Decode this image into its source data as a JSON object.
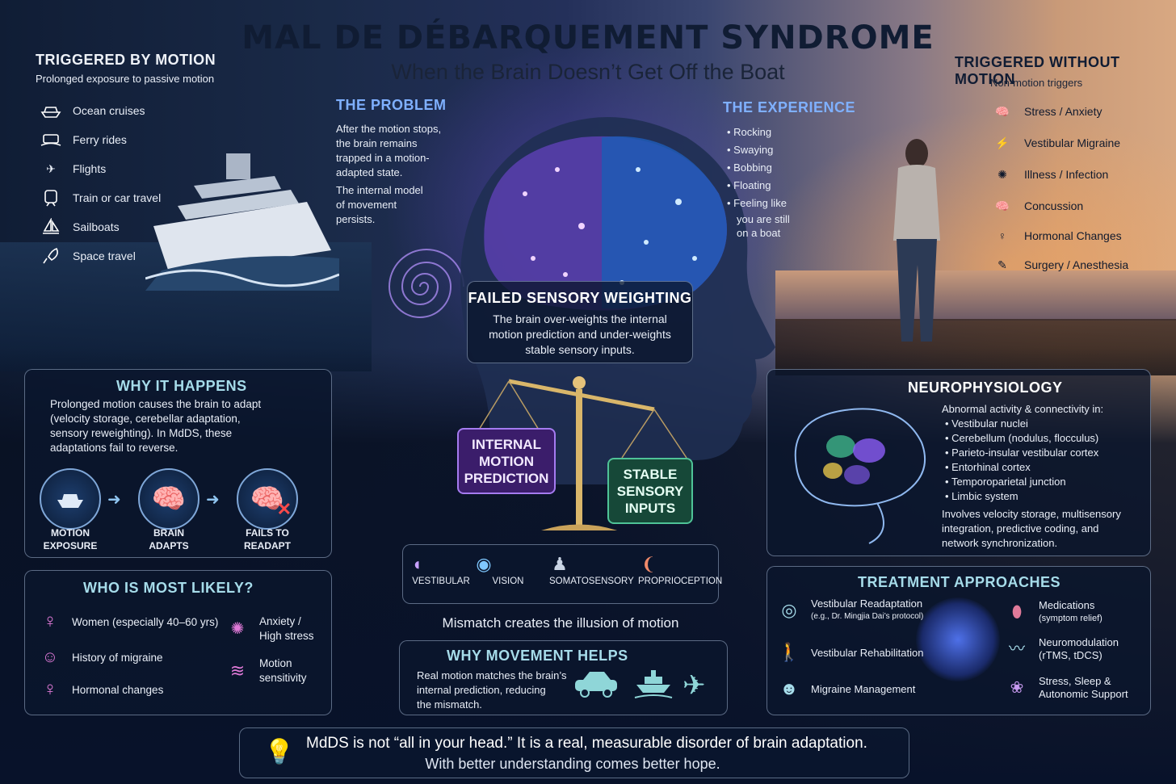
{
  "title": "MAL DE DÉBARQUEMENT SYNDROME",
  "subtitle": "When the Brain Doesn’t Get Off the Boat",
  "triggered_motion": {
    "heading": "TRIGGERED BY MOTION",
    "sub": "Prolonged exposure to passive motion",
    "items": [
      {
        "icon": "cruise-ship-icon",
        "label": "Ocean cruises"
      },
      {
        "icon": "ferry-icon",
        "label": "Ferry rides"
      },
      {
        "icon": "airplane-icon",
        "label": "Flights"
      },
      {
        "icon": "train-icon",
        "label": "Train or car travel"
      },
      {
        "icon": "sailboat-icon",
        "label": "Sailboats"
      },
      {
        "icon": "rocket-icon",
        "label": "Space travel"
      }
    ]
  },
  "problem": {
    "heading": "THE PROBLEM",
    "p1": [
      "After the motion stops,",
      "the brain remains",
      "trapped in a motion-",
      "adapted state."
    ],
    "p2": [
      "The internal model",
      "of movement",
      "persists."
    ]
  },
  "experience": {
    "heading": "THE EXPERIENCE",
    "items": [
      "Rocking",
      "Swaying",
      "Bobbing",
      "Floating",
      "Feeling like"
    ],
    "cont": [
      "you are still",
      "on a boat"
    ]
  },
  "triggered_without": {
    "heading": "TRIGGERED WITHOUT MOTION",
    "sub": "Non-motion triggers",
    "items": [
      {
        "icon": "brain-icon",
        "label": "Stress / Anxiety"
      },
      {
        "icon": "head-migraine-icon",
        "label": "Vestibular Migraine"
      },
      {
        "icon": "virus-icon",
        "label": "Illness / Infection"
      },
      {
        "icon": "brain-concussion-icon",
        "label": "Concussion"
      },
      {
        "icon": "female-symbol-icon",
        "label": "Hormonal Changes"
      },
      {
        "icon": "syringe-icon",
        "label": "Surgery / Anesthesia"
      }
    ]
  },
  "failed": {
    "heading": "FAILED SENSORY WEIGHTING",
    "lines": [
      "The brain over-weights the internal",
      "motion prediction and under-weights",
      "stable sensory inputs."
    ]
  },
  "scale": {
    "left": [
      "INTERNAL",
      "MOTION",
      "PREDICTION"
    ],
    "right": [
      "STABLE",
      "SENSORY",
      "INPUTS"
    ]
  },
  "senses": [
    "VESTIBULAR",
    "VISION",
    "SOMATOSENSORY",
    "PROPRIOCEPTION"
  ],
  "mismatch": "Mismatch creates the illusion of motion",
  "why": {
    "heading": "WHY IT HAPPENS",
    "lines": [
      "Prolonged motion causes the brain to adapt",
      "(velocity storage, cerebellar adaptation,",
      "sensory reweighting). In MdDS, these",
      "adaptations fail to reverse."
    ],
    "steps": [
      [
        "MOTION",
        "EXPOSURE"
      ],
      [
        "BRAIN",
        "ADAPTS"
      ],
      [
        "FAILS TO",
        "READAPT"
      ]
    ]
  },
  "who": {
    "heading": "WHO IS MOST LIKELY?",
    "left": [
      "Women (especially 40–60 yrs)",
      "History of migraine",
      "Hormonal changes"
    ],
    "right": [
      [
        "Anxiety /",
        "High stress"
      ],
      [
        "Motion",
        "sensitivity"
      ]
    ]
  },
  "movement": {
    "heading": "WHY MOVEMENT HELPS",
    "lines": [
      "Real motion matches the brain’s",
      "internal prediction, reducing",
      "the mismatch."
    ]
  },
  "neuro": {
    "heading": "NEUROPHYSIOLOGY",
    "intro": "Abnormal activity & connectivity in:",
    "items": [
      "Vestibular nuclei",
      "Cerebellum (nodulus, flocculus)",
      "Parieto-insular vestibular cortex",
      "Entorhinal cortex",
      "Temporoparietal junction",
      "Limbic system"
    ],
    "foot": [
      "Involves velocity storage, multisensory",
      "integration, predictive coding, and",
      "network synchronization."
    ]
  },
  "treatment": {
    "heading": "TREATMENT APPROACHES",
    "left": [
      {
        "label": "Vestibular Readaptation",
        "sub": "(e.g., Dr. Mingjia Dai’s protocol)"
      },
      {
        "label": "Vestibular Rehabilitation",
        "sub": ""
      },
      {
        "label": "Migraine Management",
        "sub": ""
      }
    ],
    "right": [
      {
        "label": "Medications",
        "sub": "(symptom relief)"
      },
      {
        "label": "Neuromodulation",
        "sub": "(rTMS, tDCS)"
      },
      {
        "label": "Stress, Sleep &",
        "sub": "Autonomic Support"
      }
    ]
  },
  "footer": {
    "line1": "MdDS is not “all in your head.” It is a real, measurable disorder of brain adaptation.",
    "line2": "With better understanding comes better hope."
  },
  "colors": {
    "accent_cyan": "#a6dcea",
    "purple": "#8b5cf6",
    "green": "#3fb58a",
    "pink": "#e07ad8"
  }
}
